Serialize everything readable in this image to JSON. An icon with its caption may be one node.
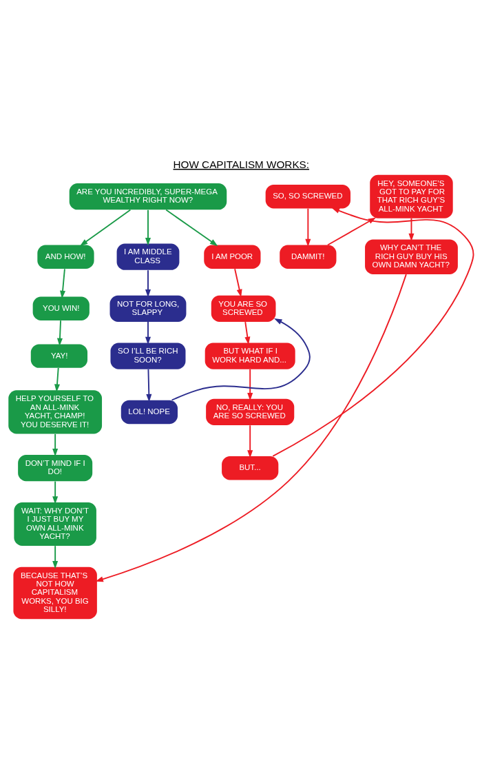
{
  "diagram": {
    "title": "HOW CAPITALISM WORKS:",
    "nodes": [
      {
        "text": [
          "ARE YOU INCREDIBLY, SUPER-MEGA WEALTHY RIGHT NOW?"
        ]
      },
      {
        "text": [
          "AND HOW!"
        ]
      },
      {
        "text": [
          "I AM MIDDLE CLASS"
        ]
      },
      {
        "text": [
          "I AM POOR"
        ]
      },
      {
        "text": [
          "YOU WIN!"
        ]
      },
      {
        "text": [
          "NOT FOR LONG, SLAPPY"
        ]
      },
      {
        "text": [
          "YOU ARE SO SCREWED"
        ]
      },
      {
        "text": [
          "YAY!"
        ]
      },
      {
        "text": [
          "SO I’LL BE RICH SOON?"
        ]
      },
      {
        "text": [
          "BUT WHAT IF I WORK HARD AND..."
        ]
      },
      {
        "text": [
          "LOL! NOPE"
        ]
      },
      {
        "text": [
          "HELP YOURSELF TO AN ALL-MINK YACHT, CHAMP! YOU DESERVE IT!"
        ]
      },
      {
        "text": [
          "NO, REALLY: YOU ARE SO SCREWED"
        ]
      },
      {
        "text": [
          "SO, SO SCREWED"
        ]
      },
      {
        "text": [
          "BUT..."
        ]
      },
      {
        "text": [
          "DON’T MIND IF I DO!"
        ]
      },
      {
        "text": [
          "DAMMIT!"
        ]
      },
      {
        "text": [
          "HEY, SOMEONE’S GOT TO PAY FOR THAT RICH GUY’S ALL-MINK YACHT"
        ]
      },
      {
        "text": [
          "WAIT: WHY DON’T I JUST BUY MY OWN ALL-MINK YACHT?"
        ]
      },
      {
        "text": [
          "WHY CAN’T THE RICH GUY BUY HIS OWN DAMN YACHT?"
        ]
      },
      {
        "text": [
          "BECAUSE THAT’S NOT HOW CAPITALISM WORKS, YOU BIG SILLY!"
        ]
      }
    ],
    "edges": [
      {
        "from": 0,
        "to": 1,
        "arrow": "to",
        "color": "#1a9a48"
      },
      {
        "from": 0,
        "to": 2,
        "arrow": "to",
        "color": "#1a9a48"
      },
      {
        "from": 0,
        "to": 3,
        "arrow": "to",
        "color": "#1a9a48"
      },
      {
        "from": 1,
        "to": 4,
        "arrow": "to",
        "color": "#1a9a48"
      },
      {
        "from": 4,
        "to": 7,
        "arrow": "to",
        "color": "#1a9a48"
      },
      {
        "from": 7,
        "to": 11,
        "arrow": "to",
        "color": "#1a9a48"
      },
      {
        "from": 11,
        "to": 15,
        "arrow": "to",
        "color": "#1a9a48"
      },
      {
        "from": 15,
        "to": 18,
        "arrow": "to",
        "color": "#1a9a48"
      },
      {
        "from": 18,
        "to": 20,
        "arrow": "to",
        "color": "#1a9a48"
      },
      {
        "from": 2,
        "to": 5,
        "arrow": "to",
        "color": "#2b2d8e"
      },
      {
        "from": 5,
        "to": 8,
        "arrow": "to",
        "color": "#2b2d8e"
      },
      {
        "from": 8,
        "to": 10,
        "arrow": "to",
        "color": "#2b2d8e"
      },
      {
        "from": 10,
        "to": 6,
        "arrow": "to",
        "color": "#2b2d8e"
      },
      {
        "from": 3,
        "to": 6,
        "arrow": "to",
        "color": "#ed1c24"
      },
      {
        "from": 6,
        "to": 9,
        "arrow": "to",
        "color": "#ed1c24"
      },
      {
        "from": 9,
        "to": 12,
        "arrow": "to",
        "color": "#ed1c24"
      },
      {
        "from": 12,
        "to": 14,
        "arrow": "to",
        "color": "#ed1c24"
      },
      {
        "from": 14,
        "to": 13,
        "arrow": "to",
        "color": "#ed1c24"
      },
      {
        "from": 13,
        "to": 16,
        "arrow": "to",
        "color": "#ed1c24"
      },
      {
        "from": 16,
        "to": 17,
        "arrow": "to",
        "color": "#ed1c24"
      },
      {
        "from": 17,
        "to": 19,
        "arrow": "to",
        "color": "#ed1c24"
      },
      {
        "from": 19,
        "to": 20,
        "arrow": "to",
        "color": "#ed1c24"
      }
    ]
  }
}
